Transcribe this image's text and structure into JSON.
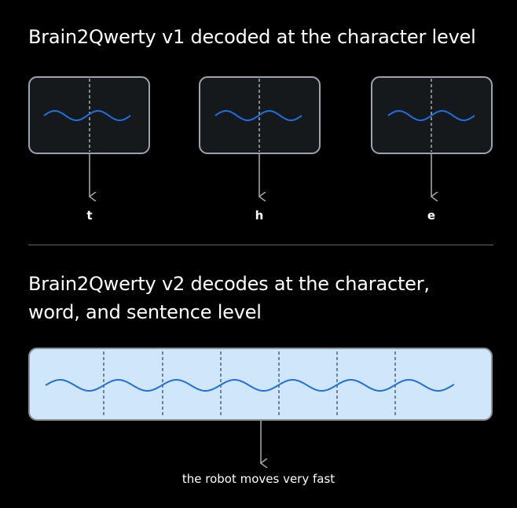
{
  "v1": {
    "title": "Brain2Qwerty v1 decoded at the character level",
    "characters": [
      "t",
      "h",
      "e"
    ]
  },
  "v2": {
    "title_lines": [
      "Brain2Qwerty v2 decodes at the character,",
      "word, and sentence level"
    ],
    "output": "the robot moves very fast"
  },
  "colors": {
    "background": "#000000",
    "card_fill": "#16191c",
    "card_border": "#9ba4ae",
    "signal": "#1f6fe0",
    "arrow": "#9ba4ae",
    "divider": "#5c646c",
    "panel_fill": "#cfe6fb",
    "panel_border": "#8a9097",
    "panel_dash": "#5d6b78"
  }
}
